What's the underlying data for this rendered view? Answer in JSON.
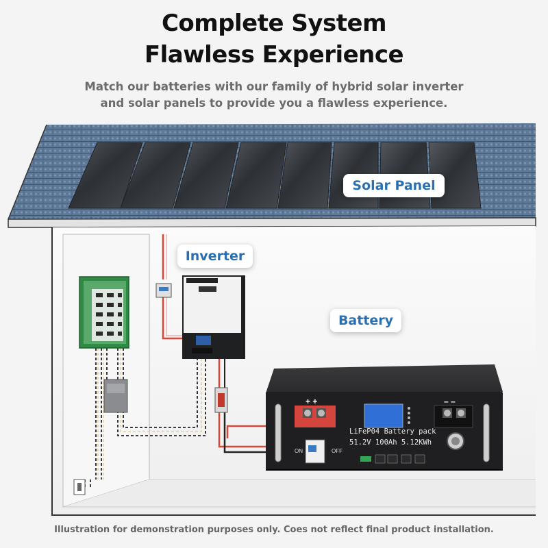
{
  "heading": {
    "line1": "Complete System",
    "line2": "Flawless Experience"
  },
  "subheading": {
    "line1": "Match our batteries with our family of hybrid solar inverter",
    "line2": "and solar panels to provide you a flawless experience."
  },
  "labels": {
    "solar_panel": "Solar Panel",
    "inverter": "Inverter",
    "battery": "Battery"
  },
  "battery_display": {
    "line1": "LiFeP04 Battery pack",
    "line2": "51.2V 100Ah 5.12KWh",
    "switch_on": "ON",
    "switch_off": "OFF"
  },
  "disclaimer": "Illustration for demonstration purposes only. Coes not reflect final product installation.",
  "colors": {
    "label_text": "#2a6fb0",
    "roof_tile": "#5b7797",
    "panel": "#3a3d42",
    "wire_red": "#d8483a",
    "breaker_box": "#2f8a45",
    "battery_body": "#1f1f21",
    "terminal_red": "#d4453d"
  }
}
